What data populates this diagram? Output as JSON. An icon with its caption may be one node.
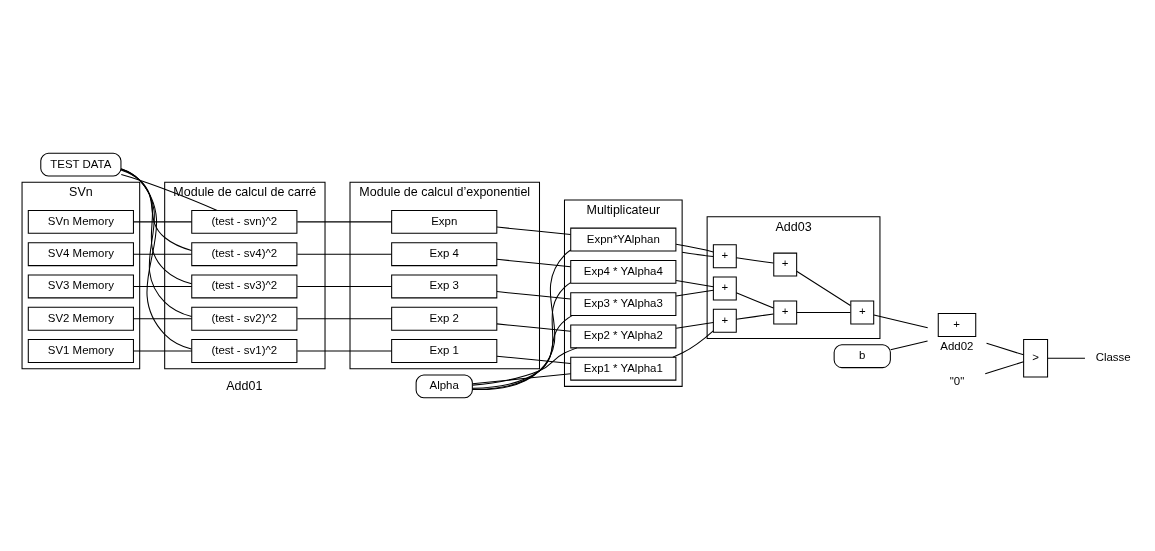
{
  "diagram": {
    "nodes": [
      {
        "text": [
          "TEST DATA"
        ]
      },
      {
        "text": [
          "SVn"
        ]
      },
      {
        "text": [
          "SV1 Memory"
        ],
        "in": 1
      },
      {
        "text": [
          "SV2 Memory"
        ],
        "in": 1
      },
      {
        "text": [
          "SV3 Memory"
        ],
        "in": 1
      },
      {
        "text": [
          "SV4 Memory"
        ],
        "in": 1
      },
      {
        "text": [
          "SVn Memory"
        ],
        "in": 1
      },
      {
        "text": [
          "Module de calcul de carré"
        ]
      },
      {
        "text": [
          "(test - sv1)^2"
        ],
        "in": 7
      },
      {
        "text": [
          "(test - sv2)^2"
        ],
        "in": 7
      },
      {
        "text": [
          "(test - sv3)^2"
        ],
        "in": 7
      },
      {
        "text": [
          "(test - sv4)^2"
        ],
        "in": 7
      },
      {
        "text": [
          "(test - svn)^2"
        ],
        "in": 7
      },
      {
        "text": [
          "Module de calcul d’exponentiel"
        ]
      },
      {
        "text": [
          "Exp 1"
        ],
        "in": 13
      },
      {
        "text": [
          "Exp 2"
        ],
        "in": 13
      },
      {
        "text": [
          "Exp 3"
        ],
        "in": 13
      },
      {
        "text": [
          "Exp 4"
        ],
        "in": 13
      },
      {
        "text": [
          "Expn"
        ],
        "in": 13
      },
      {
        "text": [
          "Alpha"
        ]
      },
      {
        "text": [
          "Multiplicateur"
        ]
      },
      {
        "text": [
          "Exp1 * YAlpha1"
        ],
        "in": 20
      },
      {
        "text": [
          "Exp2 * YAlpha2"
        ],
        "in": 20
      },
      {
        "text": [
          "Exp3 * YAlpha3"
        ],
        "in": 20
      },
      {
        "text": [
          "Exp4 * YAlpha4"
        ],
        "in": 20
      },
      {
        "text": [
          "Expn*YAlphan"
        ],
        "in": 20
      },
      {
        "text": [
          "b"
        ]
      },
      {
        "text": [
          "Add03"
        ]
      },
      {
        "text": [
          "+"
        ],
        "in": 27
      },
      {
        "text": [
          "+"
        ],
        "in": 27
      },
      {
        "text": [
          "+"
        ],
        "in": 27
      },
      {
        "text": [
          "+"
        ],
        "in": 27
      },
      {
        "text": [
          "+"
        ],
        "in": 27
      },
      {
        "text": [
          "+"
        ],
        "in": 27
      },
      {
        "text": [
          "+"
        ],
        "beside": [
          "Add02"
        ]
      },
      {
        "text": [
          "\"0\""
        ]
      },
      {
        "text": [
          ">"
        ]
      },
      {
        "text": [
          "Classe"
        ]
      }
    ],
    "edges": [
      {
        "from": 0,
        "to": 8,
        "arrow": "none"
      },
      {
        "from": 0,
        "to": 9,
        "arrow": "none"
      },
      {
        "from": 0,
        "to": 10,
        "arrow": "none"
      },
      {
        "from": 0,
        "to": 11,
        "arrow": "none"
      },
      {
        "from": 0,
        "to": 12,
        "arrow": "none"
      },
      {
        "from": 2,
        "to": 8,
        "arrow": "none"
      },
      {
        "from": 3,
        "to": 9,
        "arrow": "none"
      },
      {
        "from": 4,
        "to": 10,
        "arrow": "none"
      },
      {
        "from": 5,
        "to": 11,
        "arrow": "none"
      },
      {
        "from": 6,
        "to": 12,
        "arrow": "none"
      },
      {
        "from": 8,
        "to": 14,
        "arrow": "none"
      },
      {
        "from": 9,
        "to": 15,
        "arrow": "none"
      },
      {
        "from": 10,
        "to": 16,
        "arrow": "none"
      },
      {
        "from": 11,
        "to": 17,
        "arrow": "none"
      },
      {
        "from": 12,
        "to": 18,
        "arrow": "none"
      },
      {
        "from": 19,
        "to": 21,
        "arrow": "none"
      },
      {
        "from": 19,
        "to": 22,
        "arrow": "none"
      },
      {
        "from": 19,
        "to": 23,
        "arrow": "none"
      },
      {
        "from": 19,
        "to": 24,
        "arrow": "none"
      },
      {
        "from": 19,
        "to": 25,
        "arrow": "none"
      },
      {
        "from": 14,
        "to": 21,
        "arrow": "none"
      },
      {
        "from": 15,
        "to": 22,
        "arrow": "none"
      },
      {
        "from": 16,
        "to": 23,
        "arrow": "none"
      },
      {
        "from": 17,
        "to": 24,
        "arrow": "none"
      },
      {
        "from": 18,
        "to": 25,
        "arrow": "none"
      },
      {
        "from": 21,
        "to": 28,
        "arrow": "none"
      },
      {
        "from": 22,
        "to": 28,
        "arrow": "none"
      },
      {
        "from": 23,
        "to": 29,
        "arrow": "none"
      },
      {
        "from": 24,
        "to": 29,
        "arrow": "none"
      },
      {
        "from": 20,
        "to": 30,
        "arrow": "none"
      },
      {
        "from": 25,
        "to": 30,
        "arrow": "none"
      },
      {
        "from": 28,
        "to": 31,
        "arrow": "none"
      },
      {
        "from": 29,
        "to": 31,
        "arrow": "none"
      },
      {
        "from": 30,
        "to": 32,
        "arrow": "none"
      },
      {
        "from": 31,
        "to": 33,
        "arrow": "none"
      },
      {
        "from": 32,
        "to": 33,
        "arrow": "none"
      },
      {
        "from": 33,
        "to": 34,
        "arrow": "none"
      },
      {
        "from": 26,
        "to": 34,
        "arrow": "none"
      },
      {
        "from": 34,
        "to": 36,
        "arrow": "none"
      },
      {
        "from": 35,
        "to": 36,
        "arrow": "none"
      },
      {
        "from": 36,
        "to": 37,
        "arrow": "none"
      }
    ],
    "labels": [
      "Add01"
    ]
  }
}
